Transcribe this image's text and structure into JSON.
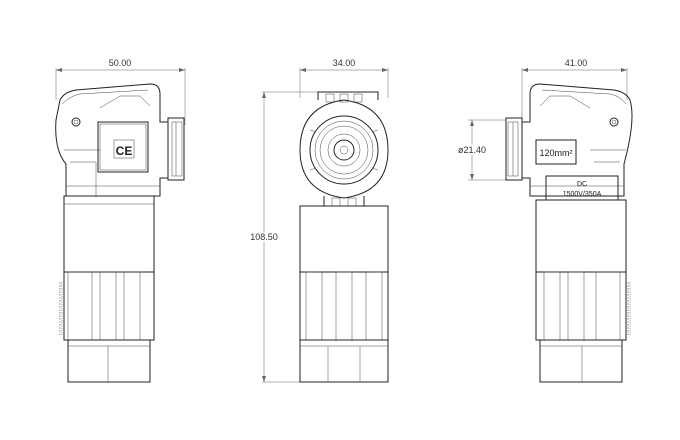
{
  "dimensions": {
    "side_left_width": "50.00",
    "front_width": "34.00",
    "side_right_width": "41.00",
    "front_height": "108.50",
    "nut_diameter": "ø21.40"
  },
  "markings": {
    "ce_mark": "CE",
    "cross_section": "120mm²",
    "rating_type": "DC",
    "rating_value": "1500V/350A"
  }
}
